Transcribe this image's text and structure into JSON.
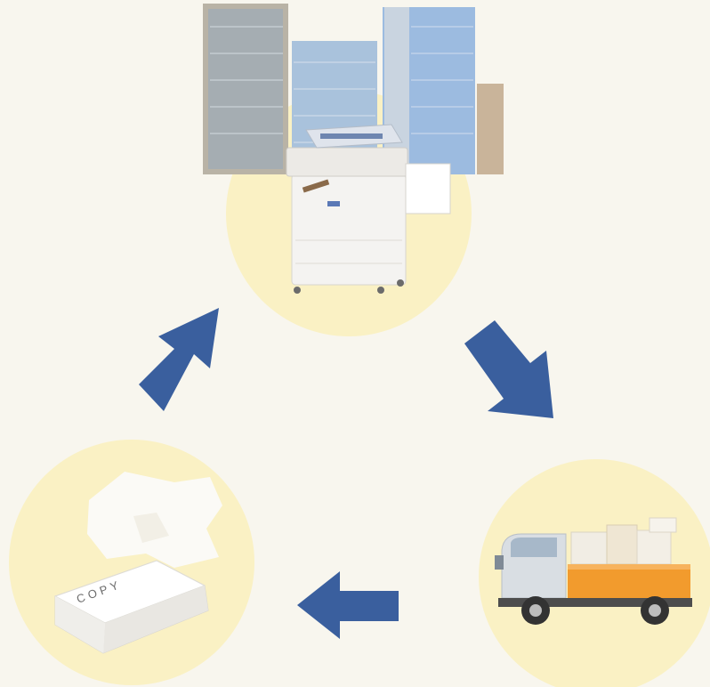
{
  "diagram": {
    "type": "cycle",
    "nodes": [
      {
        "id": "office",
        "icon": "office-copier-icon",
        "description_icon": "buildings-icon"
      },
      {
        "id": "delivery",
        "icon": "delivery-truck-icon"
      },
      {
        "id": "paper",
        "icon": "copy-paper-icon",
        "label": "COPY"
      }
    ],
    "arrows": [
      {
        "from": "office",
        "to": "delivery",
        "icon": "arrow-down-right-icon"
      },
      {
        "from": "delivery",
        "to": "paper",
        "icon": "arrow-left-icon"
      },
      {
        "from": "paper",
        "to": "office",
        "icon": "arrow-up-right-icon"
      }
    ]
  },
  "colors": {
    "background": "#f8f6ee",
    "circle_fill": "#faf1c4",
    "arrow": "#3a5f9e",
    "truck_cargo": "#f29b2d",
    "truck_cab": "#d9dee3"
  }
}
